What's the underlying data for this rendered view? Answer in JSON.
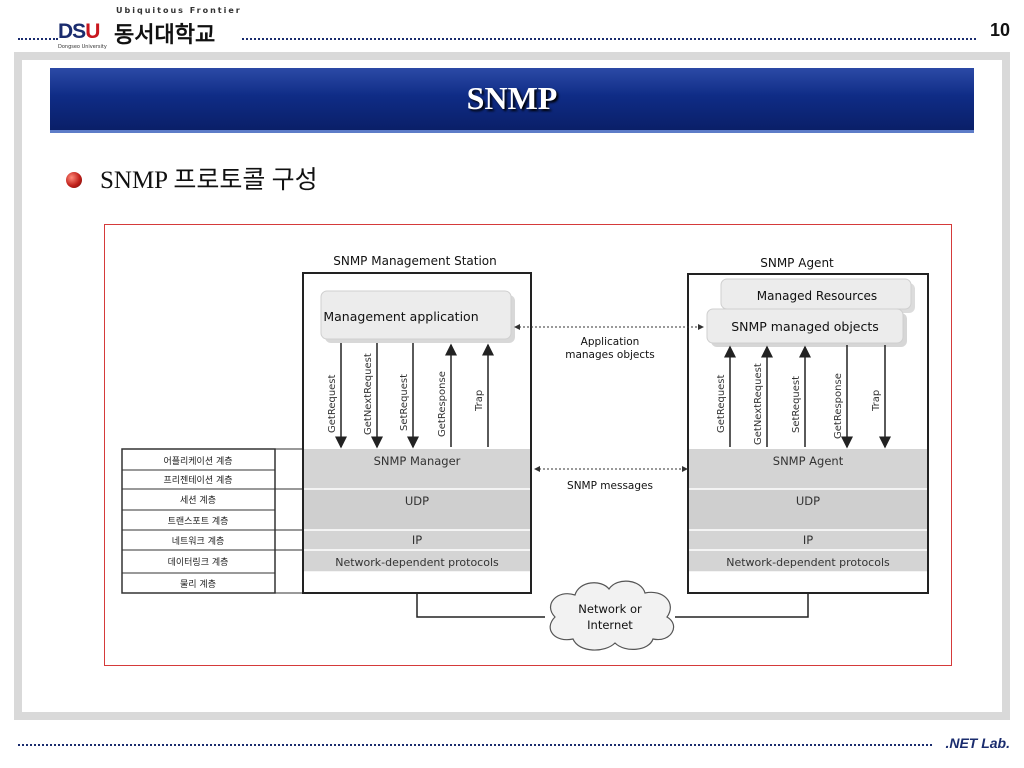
{
  "header": {
    "tagline": "Ubiquitous Frontier",
    "logo_abbr_a": "DS",
    "logo_abbr_b": "U",
    "logo_name": "동서대학교",
    "logo_sub": "Dongseo University",
    "page_number": "10"
  },
  "slide": {
    "title": "SNMP",
    "bullet": "SNMP 프로토콜 구성"
  },
  "diagram": {
    "station_title": "SNMP Management Station",
    "agent_title": "SNMP Agent",
    "management_app": "Management application",
    "managed_resources": "Managed Resources",
    "managed_objects": "SNMP managed objects",
    "app_note_line1": "Application",
    "app_note_line2": "manages objects",
    "snmp_messages": "SNMP messages",
    "left_ops": [
      "GetRequest",
      "GetNextRequest",
      "SetRequest",
      "GetResponse",
      "Trap"
    ],
    "right_ops": [
      "GetRequest",
      "GetNextRequest",
      "SetRequest",
      "GetResponse",
      "Trap"
    ],
    "manager_layers": [
      "SNMP Manager",
      "UDP",
      "IP",
      "Network-dependent protocols"
    ],
    "agent_layers": [
      "SNMP Agent",
      "UDP",
      "IP",
      "Network-dependent protocols"
    ],
    "osi_layers": [
      "어플리케이션 계층",
      "프리젠테이션 계층",
      "세션 계층",
      "트랜스포트 계층",
      "네트워크 계층",
      "데이터링크 계층",
      "물리 계층"
    ],
    "network_line1": "Network or",
    "network_line2": "Internet"
  },
  "footer": {
    "lab": ".NET Lab."
  }
}
